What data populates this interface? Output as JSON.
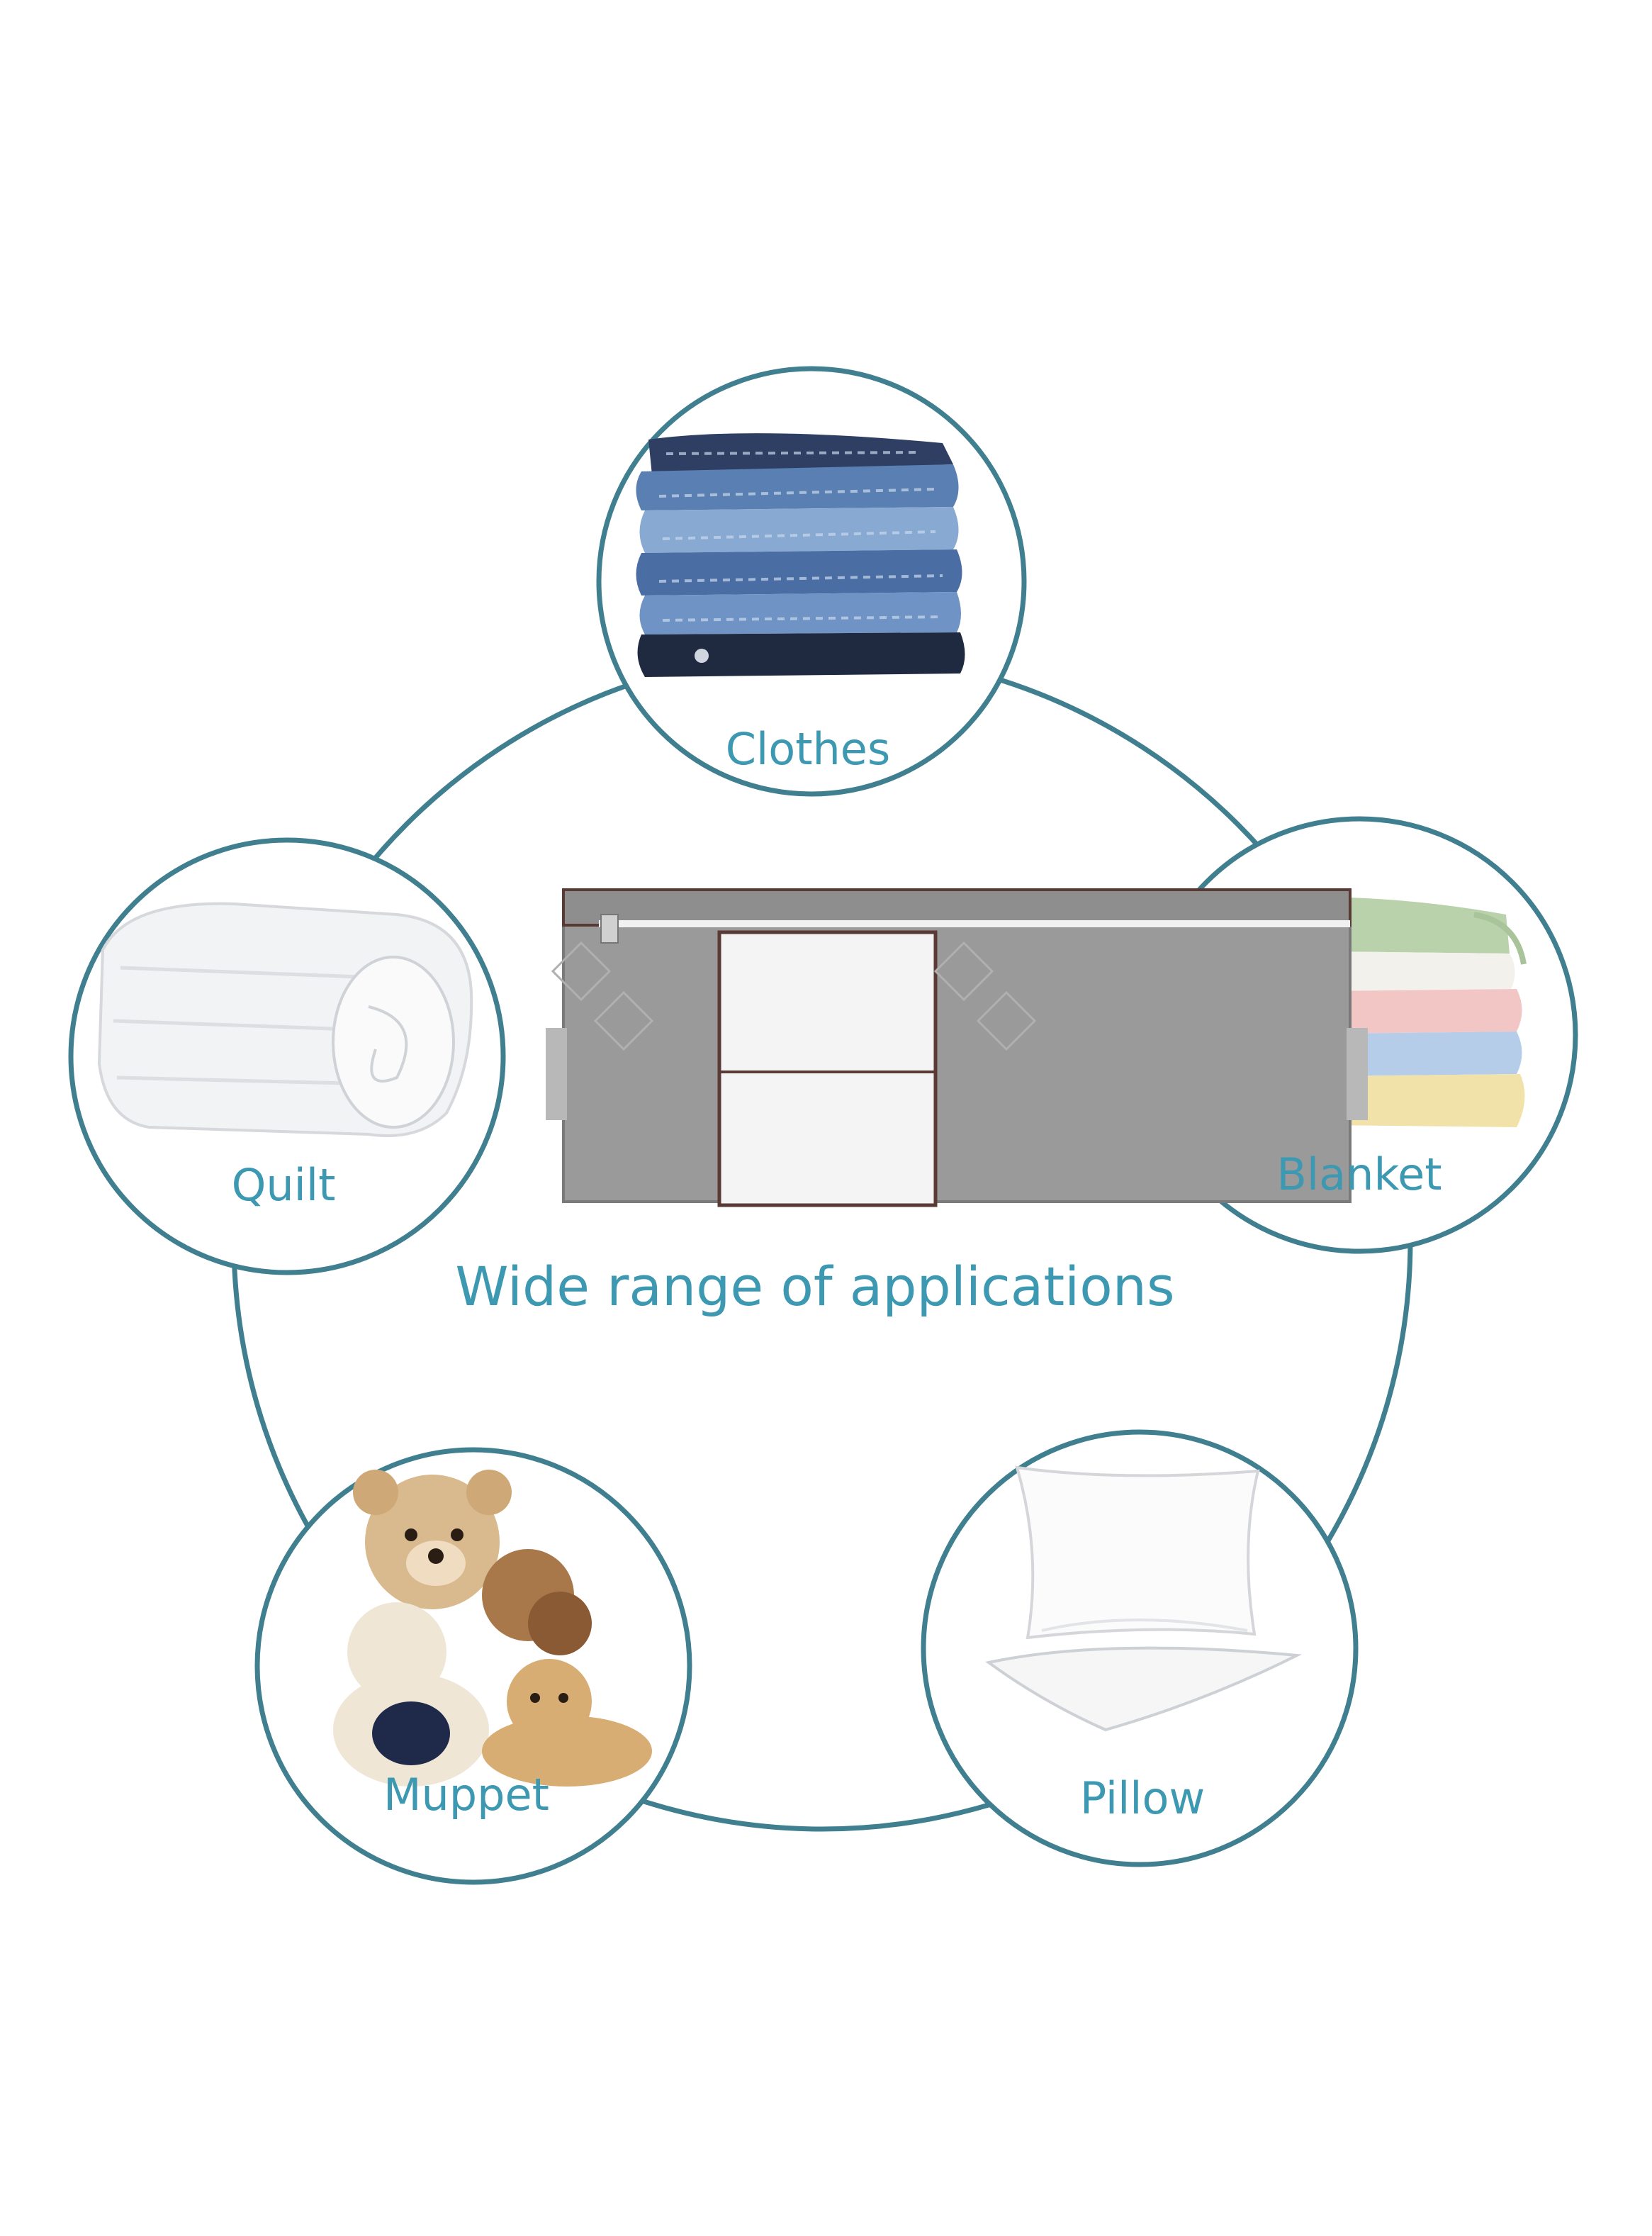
{
  "headline": "Wide range of applications",
  "items": [
    {
      "id": "clothes",
      "label": "Clothes"
    },
    {
      "id": "quilt",
      "label": "Quilt"
    },
    {
      "id": "blanket",
      "label": "Blanket"
    },
    {
      "id": "muppet",
      "label": "Muppet"
    },
    {
      "id": "pillow",
      "label": "Pillow"
    }
  ],
  "colors": {
    "ring": "#3f7f8f",
    "label": "#3d98b1",
    "bag_gray": "#9a9a9a",
    "bag_trim": "#5a3a34",
    "denim_dark": "#2a3a5c",
    "denim_mid": "#4f73a6",
    "denim_light": "#8fb0d6"
  }
}
